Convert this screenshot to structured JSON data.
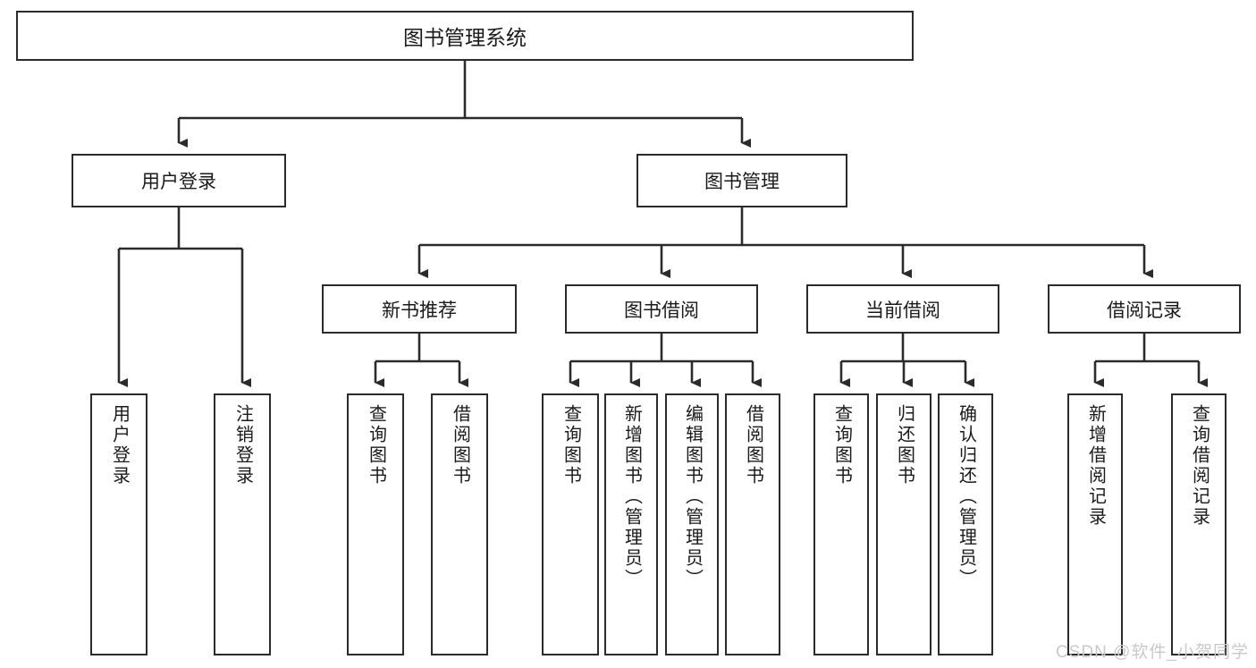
{
  "diagram": {
    "title": "图书管理系统",
    "type": "hierarchy-tree",
    "root": {
      "label": "图书管理系统"
    },
    "level2": [
      {
        "label": "用户登录"
      },
      {
        "label": "图书管理"
      }
    ],
    "level3": [
      {
        "label": "新书推荐"
      },
      {
        "label": "图书借阅"
      },
      {
        "label": "当前借阅"
      },
      {
        "label": "借阅记录"
      }
    ],
    "leaves": [
      {
        "label": "用户登录"
      },
      {
        "label": "注销登录"
      },
      {
        "label": "查询图书"
      },
      {
        "label": "借阅图书"
      },
      {
        "label": "查询图书"
      },
      {
        "label": "新增图书（管理员）"
      },
      {
        "label": "编辑图书（管理员）"
      },
      {
        "label": "借阅图书"
      },
      {
        "label": "查询图书"
      },
      {
        "label": "归还图书"
      },
      {
        "label": "确认归还（管理员）"
      },
      {
        "label": "新增借阅记录"
      },
      {
        "label": "查询借阅记录"
      }
    ]
  },
  "watermark": {
    "text": "CSDN @软件_小贺同学"
  },
  "colors": {
    "box_border": "#2b2b2b",
    "line": "#2b2b2b",
    "text": "#1a1a1a",
    "background": "#ffffff",
    "watermark": "#c9c9c9"
  }
}
